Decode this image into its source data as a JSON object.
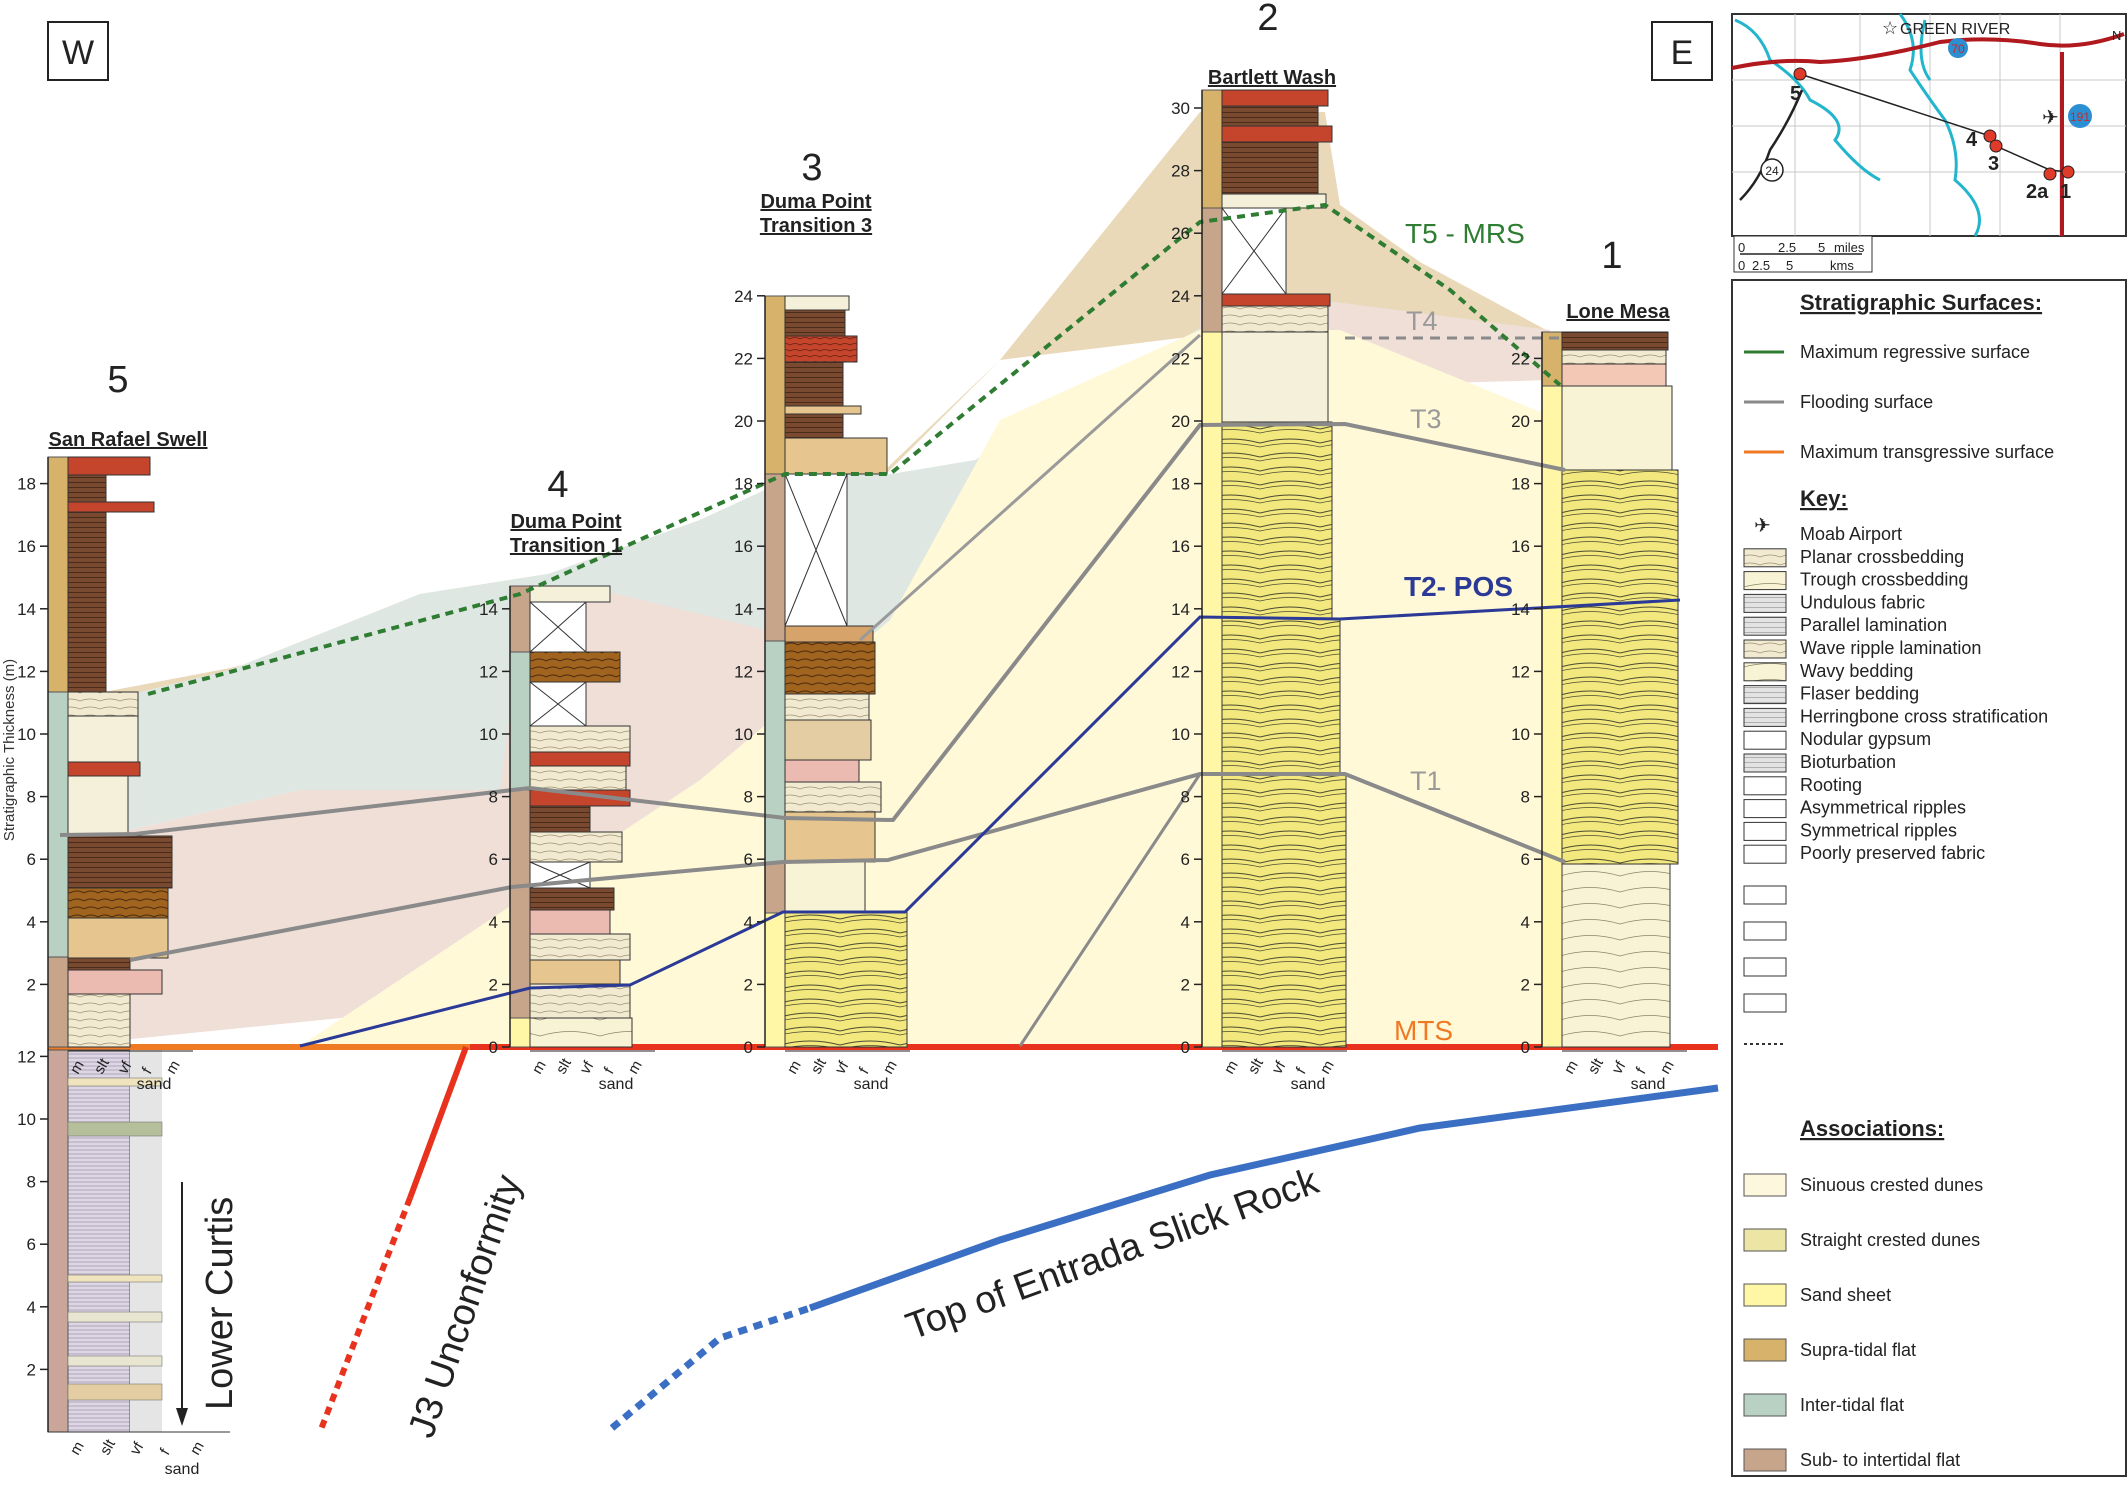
{
  "orientation": {
    "west": "W",
    "east": "E"
  },
  "y_axis_label": "Stratigraphic Thickness (m)",
  "columns": [
    {
      "number": "5",
      "name_lines": [
        "San Rafael Swell"
      ],
      "ticks": [
        "2",
        "4",
        "6",
        "8",
        "10",
        "12",
        "14",
        "16",
        "18"
      ]
    },
    {
      "number": "4",
      "name_lines": [
        "Duma Point",
        "Transition 1"
      ],
      "ticks": [
        "0",
        "2",
        "4",
        "6",
        "8",
        "10",
        "12",
        "14"
      ]
    },
    {
      "number": "3",
      "name_lines": [
        "Duma Point",
        "Transition 3"
      ],
      "ticks": [
        "0",
        "2",
        "4",
        "6",
        "8",
        "10",
        "12",
        "14",
        "16",
        "18",
        "20",
        "22",
        "24"
      ]
    },
    {
      "number": "2",
      "name_lines": [
        "Bartlett Wash"
      ],
      "ticks": [
        "0",
        "2",
        "4",
        "6",
        "8",
        "10",
        "12",
        "14",
        "16",
        "18",
        "20",
        "22",
        "24",
        "26",
        "28",
        "30"
      ]
    },
    {
      "number": "1",
      "name_lines": [
        "Lone Mesa"
      ],
      "ticks": [
        "0",
        "2",
        "4",
        "6",
        "8",
        "10",
        "12",
        "14",
        "16",
        "18",
        "20",
        "22"
      ]
    }
  ],
  "lower_ticks": [
    "2",
    "4",
    "6",
    "8",
    "10",
    "12"
  ],
  "grain_size_labels": [
    "m",
    "slt",
    "vf",
    "f",
    "m"
  ],
  "sand_label": "sand",
  "surface_labels": {
    "t5": "T5 - MRS",
    "t4": "T4",
    "t3": "T3",
    "t2": "T2- POS",
    "t1": "T1",
    "mts": "MTS"
  },
  "annotations": {
    "lower_curtis": "Lower Curtis",
    "j3": "J3 Unconformity",
    "entrada": "Top of Entrada Slick Rock"
  },
  "map": {
    "town": "GREEN RIVER",
    "north": "N",
    "highways": [
      "70",
      "191",
      "24"
    ],
    "sites": [
      "5",
      "4",
      "3",
      "2a",
      "1"
    ],
    "scale_miles": [
      "0",
      "2.5",
      "5",
      "miles"
    ],
    "scale_kms": [
      "0",
      "2.5",
      "5",
      "kms"
    ]
  },
  "legend": {
    "surfaces_title": "Stratigraphic Surfaces:",
    "surfaces": [
      {
        "label": "Maximum regressive surface",
        "color": "#2e7d32"
      },
      {
        "label": "Flooding surface",
        "color": "#8a8a8a"
      },
      {
        "label": "Maximum transgressive surface",
        "color": "#f07a24"
      }
    ],
    "key_title": "Key:",
    "key_items": [
      "Moab Airport",
      "Planar crossbedding",
      "Trough crossbedding",
      "Undulous fabric",
      "Parallel lamination",
      "Wave ripple lamination",
      "Wavy bedding",
      "Flaser bedding",
      "Herringbone cross stratification",
      "Nodular gypsum",
      "Bioturbation",
      "Rooting",
      "Asymmetrical ripples",
      "Symmetrical ripples",
      "Poorly preserved fabric"
    ],
    "associations_title": "Associations:",
    "associations": [
      {
        "label": "Sinuous crested dunes",
        "color": "#fdf7dd"
      },
      {
        "label": "Straight crested dunes",
        "color": "#ece5a4"
      },
      {
        "label": "Sand sheet",
        "color": "#fff6a6"
      },
      {
        "label": "Supra-tidal flat",
        "color": "#d6b26a"
      },
      {
        "label": "Inter-tidal flat",
        "color": "#b9d1c2"
      },
      {
        "label": "Sub- to intertidal flat",
        "color": "#c7a58b"
      }
    ]
  },
  "colors": {
    "supratidal_fill": "#e9d9b8",
    "intertidal_fill": "#dfe7e3",
    "subtidal_fill": "#efdfd7",
    "sandsheet_fill": "#fff9d8",
    "mts": "#e8321e",
    "t2": "#2b3a96",
    "flooding": "#8a8a8a",
    "mrs": "#2e7d32",
    "entrada": "#3a6fc4",
    "river": "#22b5cc",
    "road": "#b0191e"
  }
}
